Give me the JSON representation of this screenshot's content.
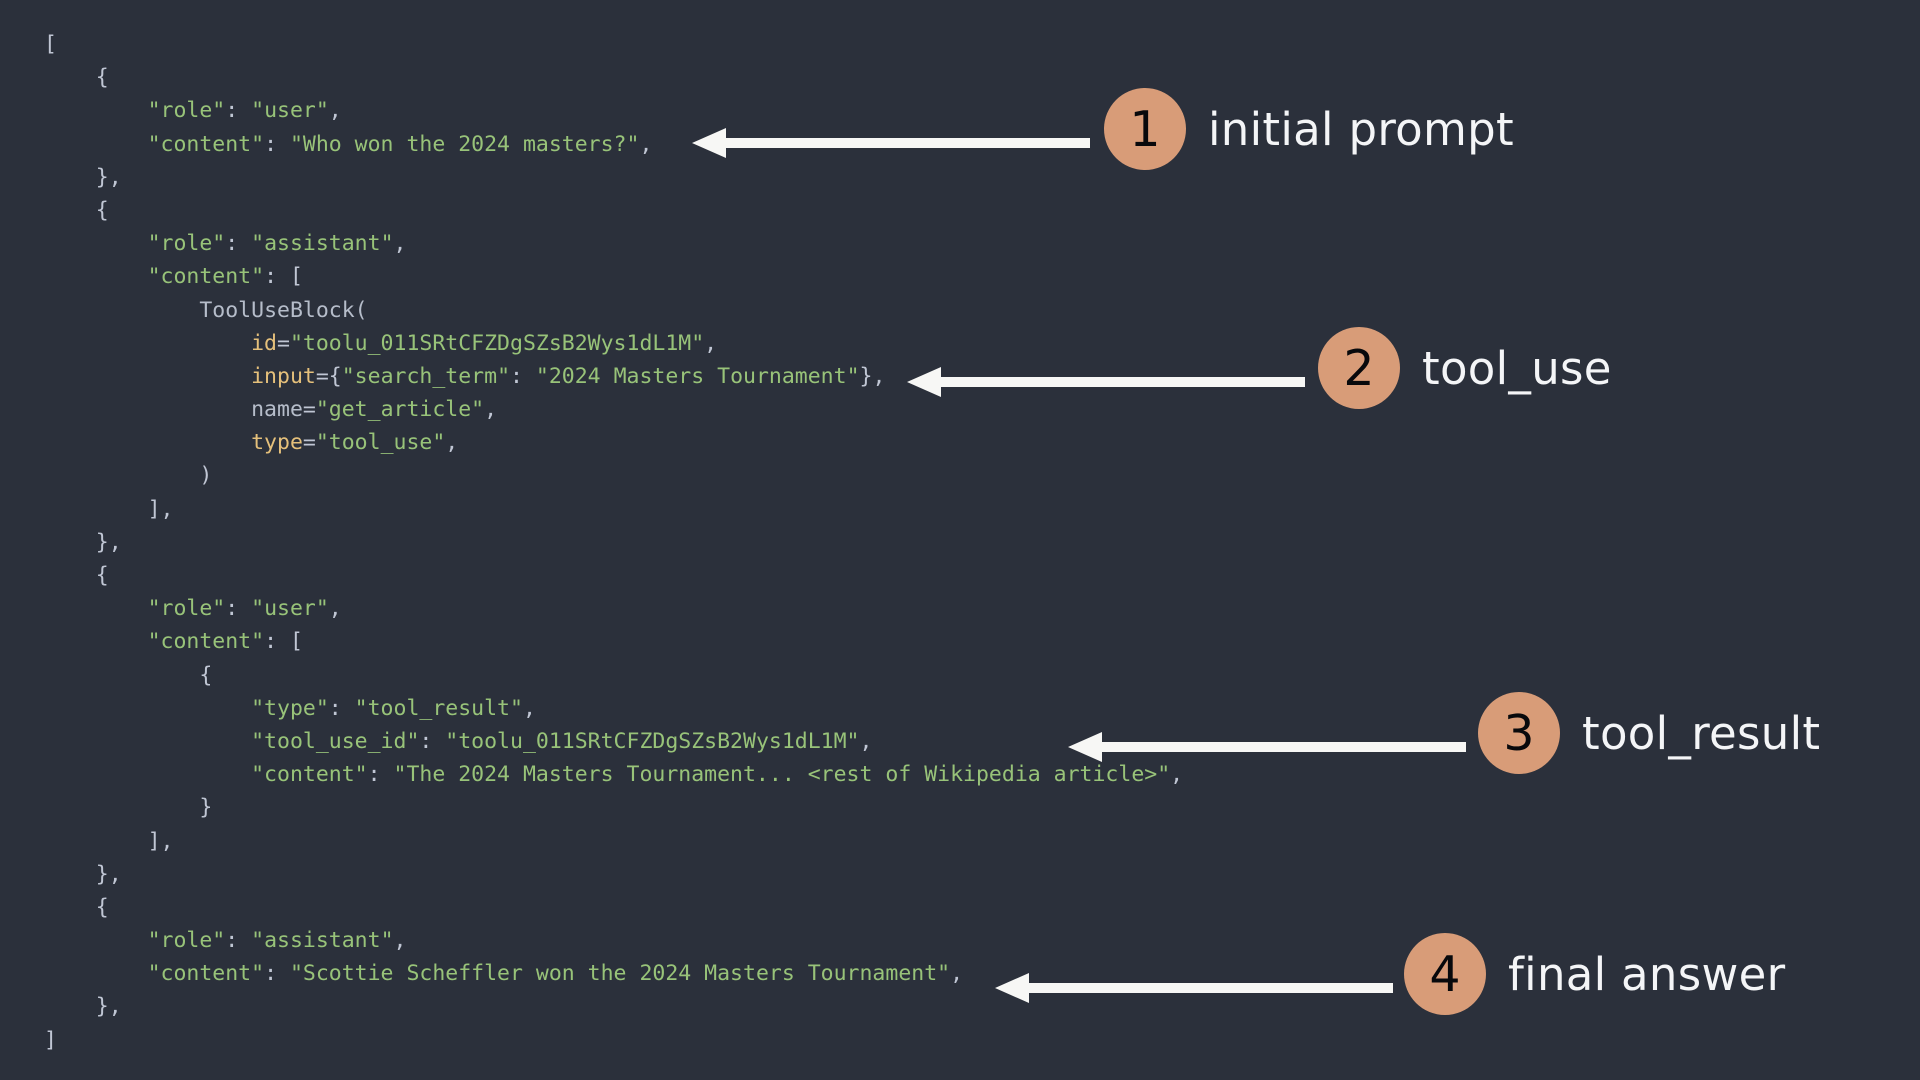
{
  "theme": {
    "background": "#2b303b",
    "string_color": "#98c379",
    "punctuation_color": "#c0c6d4",
    "keyword_color": "#e5c07b",
    "identifier_color": "#b6bdca",
    "badge_color": "#d89c78",
    "badge_number_color": "#08090c",
    "label_color": "#f4f5f7",
    "arrow_color": "#f7f7f5"
  },
  "code": {
    "language": "python-repr",
    "lines": [
      {
        "indent": 0,
        "tokens": [
          {
            "t": "[",
            "c": "punc"
          }
        ]
      },
      {
        "indent": 1,
        "tokens": [
          {
            "t": "{",
            "c": "punc"
          }
        ]
      },
      {
        "indent": 2,
        "tokens": [
          {
            "t": "\"role\"",
            "c": "str"
          },
          {
            "t": ": ",
            "c": "punc"
          },
          {
            "t": "\"user\"",
            "c": "str"
          },
          {
            "t": ",",
            "c": "punc"
          }
        ]
      },
      {
        "indent": 2,
        "tokens": [
          {
            "t": "\"content\"",
            "c": "str"
          },
          {
            "t": ": ",
            "c": "punc"
          },
          {
            "t": "\"Who won the 2024 masters?\"",
            "c": "str"
          },
          {
            "t": ",",
            "c": "punc"
          }
        ]
      },
      {
        "indent": 1,
        "tokens": [
          {
            "t": "},",
            "c": "punc"
          }
        ]
      },
      {
        "indent": 1,
        "tokens": [
          {
            "t": "{",
            "c": "punc"
          }
        ]
      },
      {
        "indent": 2,
        "tokens": [
          {
            "t": "\"role\"",
            "c": "str"
          },
          {
            "t": ": ",
            "c": "punc"
          },
          {
            "t": "\"assistant\"",
            "c": "str"
          },
          {
            "t": ",",
            "c": "punc"
          }
        ]
      },
      {
        "indent": 2,
        "tokens": [
          {
            "t": "\"content\"",
            "c": "str"
          },
          {
            "t": ": ",
            "c": "punc"
          },
          {
            "t": "[",
            "c": "punc"
          }
        ]
      },
      {
        "indent": 3,
        "tokens": [
          {
            "t": "ToolUseBlock(",
            "c": "name"
          }
        ]
      },
      {
        "indent": 4,
        "tokens": [
          {
            "t": "id",
            "c": "key"
          },
          {
            "t": "=",
            "c": "punc"
          },
          {
            "t": "\"toolu_011SRtCFZDgSZsB2Wys1dL1M\"",
            "c": "str"
          },
          {
            "t": ",",
            "c": "punc"
          }
        ]
      },
      {
        "indent": 4,
        "tokens": [
          {
            "t": "input",
            "c": "key"
          },
          {
            "t": "={",
            "c": "punc"
          },
          {
            "t": "\"search_term\"",
            "c": "str"
          },
          {
            "t": ": ",
            "c": "punc"
          },
          {
            "t": "\"2024 Masters Tournament\"",
            "c": "str"
          },
          {
            "t": "},",
            "c": "punc"
          }
        ]
      },
      {
        "indent": 4,
        "tokens": [
          {
            "t": "name",
            "c": "name"
          },
          {
            "t": "=",
            "c": "punc"
          },
          {
            "t": "\"get_article\"",
            "c": "str"
          },
          {
            "t": ",",
            "c": "punc"
          }
        ]
      },
      {
        "indent": 4,
        "tokens": [
          {
            "t": "type",
            "c": "key"
          },
          {
            "t": "=",
            "c": "punc"
          },
          {
            "t": "\"tool_use\"",
            "c": "str"
          },
          {
            "t": ",",
            "c": "punc"
          }
        ]
      },
      {
        "indent": 3,
        "tokens": [
          {
            "t": ")",
            "c": "punc"
          }
        ]
      },
      {
        "indent": 2,
        "tokens": [
          {
            "t": "],",
            "c": "punc"
          }
        ]
      },
      {
        "indent": 1,
        "tokens": [
          {
            "t": "},",
            "c": "punc"
          }
        ]
      },
      {
        "indent": 1,
        "tokens": [
          {
            "t": "{",
            "c": "punc"
          }
        ]
      },
      {
        "indent": 2,
        "tokens": [
          {
            "t": "\"role\"",
            "c": "str"
          },
          {
            "t": ": ",
            "c": "punc"
          },
          {
            "t": "\"user\"",
            "c": "str"
          },
          {
            "t": ",",
            "c": "punc"
          }
        ]
      },
      {
        "indent": 2,
        "tokens": [
          {
            "t": "\"content\"",
            "c": "str"
          },
          {
            "t": ": ",
            "c": "punc"
          },
          {
            "t": "[",
            "c": "punc"
          }
        ]
      },
      {
        "indent": 3,
        "tokens": [
          {
            "t": "{",
            "c": "punc"
          }
        ]
      },
      {
        "indent": 4,
        "tokens": [
          {
            "t": "\"type\"",
            "c": "str"
          },
          {
            "t": ": ",
            "c": "punc"
          },
          {
            "t": "\"tool_result\"",
            "c": "str"
          },
          {
            "t": ",",
            "c": "punc"
          }
        ]
      },
      {
        "indent": 4,
        "tokens": [
          {
            "t": "\"tool_use_id\"",
            "c": "str"
          },
          {
            "t": ": ",
            "c": "punc"
          },
          {
            "t": "\"toolu_011SRtCFZDgSZsB2Wys1dL1M\"",
            "c": "str"
          },
          {
            "t": ",",
            "c": "punc"
          }
        ]
      },
      {
        "indent": 4,
        "tokens": [
          {
            "t": "\"content\"",
            "c": "str"
          },
          {
            "t": ": ",
            "c": "punc"
          },
          {
            "t": "\"The 2024 Masters Tournament... <rest of Wikipedia article>\"",
            "c": "str"
          },
          {
            "t": ",",
            "c": "punc"
          }
        ]
      },
      {
        "indent": 3,
        "tokens": [
          {
            "t": "}",
            "c": "punc"
          }
        ]
      },
      {
        "indent": 2,
        "tokens": [
          {
            "t": "],",
            "c": "punc"
          }
        ]
      },
      {
        "indent": 1,
        "tokens": [
          {
            "t": "},",
            "c": "punc"
          }
        ]
      },
      {
        "indent": 1,
        "tokens": [
          {
            "t": "{",
            "c": "punc"
          }
        ]
      },
      {
        "indent": 2,
        "tokens": [
          {
            "t": "\"role\"",
            "c": "str"
          },
          {
            "t": ": ",
            "c": "punc"
          },
          {
            "t": "\"assistant\"",
            "c": "str"
          },
          {
            "t": ",",
            "c": "punc"
          }
        ]
      },
      {
        "indent": 2,
        "tokens": [
          {
            "t": "\"content\"",
            "c": "str"
          },
          {
            "t": ": ",
            "c": "punc"
          },
          {
            "t": "\"Scottie Scheffler won the 2024 Masters Tournament\"",
            "c": "str"
          },
          {
            "t": ",",
            "c": "punc"
          }
        ]
      },
      {
        "indent": 1,
        "tokens": [
          {
            "t": "},",
            "c": "punc"
          }
        ]
      },
      {
        "indent": 0,
        "tokens": [
          {
            "t": "]",
            "c": "punc"
          }
        ]
      }
    ]
  },
  "annotations": [
    {
      "number": "1",
      "label": "initial prompt"
    },
    {
      "number": "2",
      "label": "tool_use"
    },
    {
      "number": "3",
      "label": "tool_result"
    },
    {
      "number": "4",
      "label": "final answer"
    }
  ]
}
